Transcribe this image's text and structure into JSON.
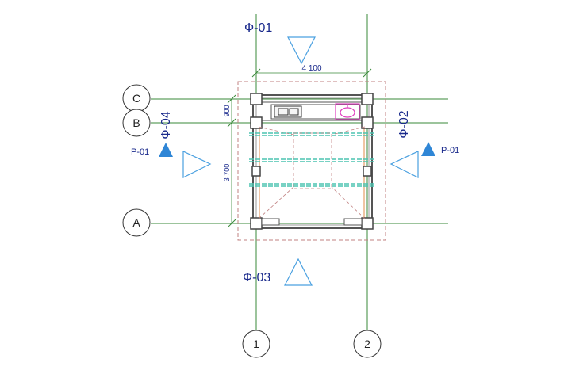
{
  "grid_axes": {
    "horizontal": [
      {
        "label": "C"
      },
      {
        "label": "B"
      },
      {
        "label": "A"
      }
    ],
    "vertical": [
      {
        "label": "1"
      },
      {
        "label": "2"
      }
    ]
  },
  "dimensions": {
    "width_top": "4 100",
    "height_top": "900",
    "height_main": "3 700"
  },
  "facade_labels": {
    "top": "Ф-01",
    "right": "Ф-02",
    "bottom": "Ф-03",
    "left": "Ф-04"
  },
  "section_labels": {
    "left": "P-01",
    "right": "P-01"
  },
  "colors": {
    "grid_line": "#3a8a3a",
    "label_text": "#1a2a8c",
    "wall": "#555555",
    "dash_outline": "#c08080",
    "stairs": "#4cc4b0",
    "section_marker": "#2f86d6",
    "facade_marker": "#4aa0e0",
    "sink": "#e040c0"
  }
}
